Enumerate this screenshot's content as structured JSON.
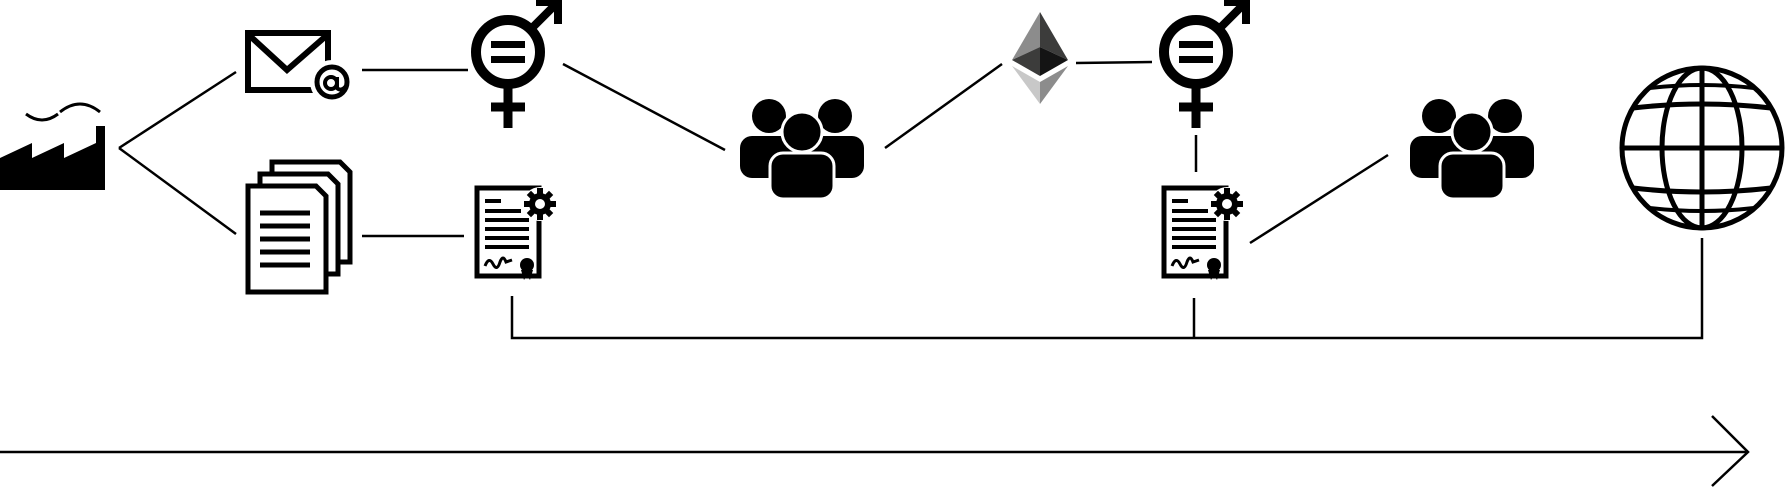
{
  "diagram": {
    "nodes": [
      {
        "id": "factory",
        "icon": "factory-icon"
      },
      {
        "id": "email",
        "icon": "email-at-icon"
      },
      {
        "id": "documents",
        "icon": "documents-stack-icon"
      },
      {
        "id": "gender-1",
        "icon": "gender-equality-icon"
      },
      {
        "id": "certificate-1",
        "icon": "certificate-icon"
      },
      {
        "id": "group-1",
        "icon": "people-group-icon"
      },
      {
        "id": "ethereum",
        "icon": "ethereum-icon"
      },
      {
        "id": "gender-2",
        "icon": "gender-equality-icon"
      },
      {
        "id": "certificate-2",
        "icon": "certificate-icon"
      },
      {
        "id": "group-2",
        "icon": "people-group-icon"
      },
      {
        "id": "globe",
        "icon": "globe-icon"
      }
    ],
    "edges": [
      [
        "factory",
        "email"
      ],
      [
        "factory",
        "documents"
      ],
      [
        "email",
        "gender-1"
      ],
      [
        "documents",
        "certificate-1"
      ],
      [
        "gender-1",
        "group-1"
      ],
      [
        "group-1",
        "ethereum"
      ],
      [
        "ethereum",
        "gender-2"
      ],
      [
        "gender-2",
        "certificate-2"
      ],
      [
        "certificate-2",
        "group-2"
      ],
      [
        "certificate-1",
        "certificate-2"
      ],
      [
        "certificate-2",
        "globe"
      ]
    ],
    "timeline": {
      "direction": "left-to-right"
    },
    "colors": {
      "stroke": "#000000",
      "fill": "#000000",
      "background": "#ffffff",
      "ethereum_dark": "#3c3c3b",
      "ethereum_mid": "#8c8c8c",
      "ethereum_light": "#c8c8c8"
    }
  }
}
